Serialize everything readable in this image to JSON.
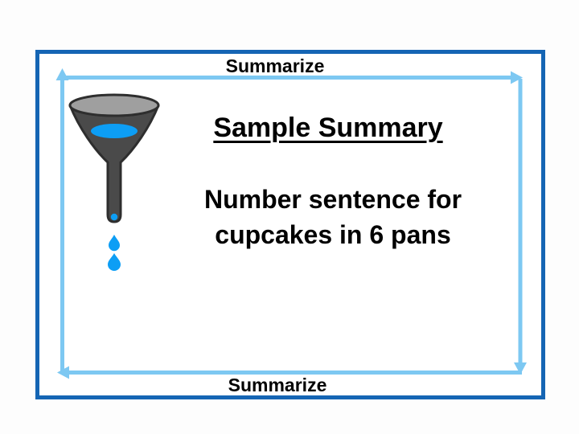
{
  "slide": {
    "top_label": "Summarize",
    "bottom_label": "Summarize",
    "heading": "Sample Summary",
    "body_line1": "Number sentence for",
    "body_line2": "cupcakes in 6 pans"
  },
  "icons": {
    "funnel": "funnel-icon-dripping-liquid",
    "arrows": "cycle-arrows"
  },
  "colors": {
    "border_blue": "#1565b4",
    "arrow_light_blue": "#7dc8f2",
    "liquid_blue": "#0d9ef5",
    "funnel_dark_gray": "#4a4a4a",
    "funnel_light_gray": "#9f9f9f",
    "funnel_outline": "#2e2e2e",
    "text_black": "#000000",
    "slide_background": "#ffffff"
  }
}
